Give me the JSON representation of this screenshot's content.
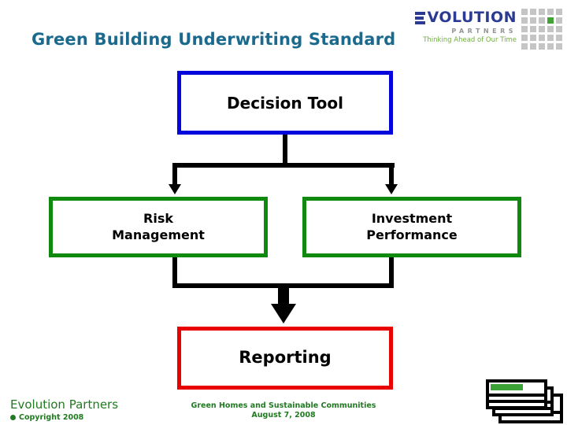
{
  "slide": {
    "title": "Green Building Underwriting Standard",
    "title_color": "#1b6a8e"
  },
  "logo": {
    "wordmark": "VOLUTION",
    "partners": "PARTNERS",
    "tagline": "Thinking Ahead of Our Time",
    "wordmark_color": "#2b3a92",
    "tagline_color": "#6fae3e",
    "grid": {
      "rows": 5,
      "cols": 5,
      "green_cell": {
        "row": 2,
        "col": 4
      },
      "gray": "#c5c5c5",
      "green": "#43a336"
    }
  },
  "diagram": {
    "decision_label": "Decision Tool",
    "risk_label": "Risk\nManagement",
    "investment_label": "Investment\nPerformance",
    "reporting_label": "Reporting",
    "colors": {
      "decision_border": "#0404dc",
      "risk_border": "#0f8a0f",
      "investment_border": "#0f8a0f",
      "reporting_border": "#e90000",
      "connector": "#000000"
    }
  },
  "footer": {
    "company": "Evolution Partners",
    "copyright": "Copyright 2008",
    "center_line1": "Green Homes and Sustainable Communities",
    "center_line2": "August 7, 2008",
    "text_color": "#217a21"
  }
}
